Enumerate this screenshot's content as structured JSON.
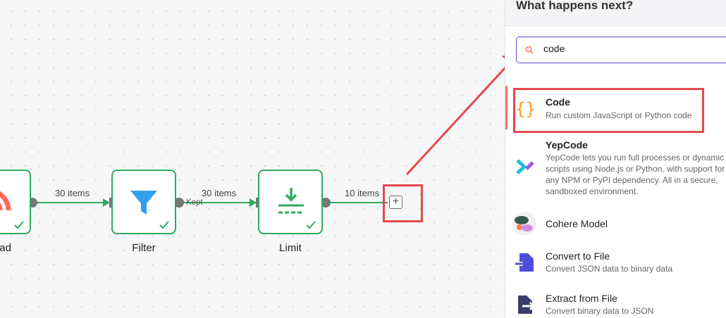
{
  "workflow": {
    "nodes": [
      {
        "name": "Read",
        "icon": "rss-feed-icon",
        "status": "success"
      },
      {
        "name": "Filter",
        "icon": "filter-funnel-icon",
        "status": "success"
      },
      {
        "name": "Limit",
        "icon": "limit-download-icon",
        "status": "success"
      }
    ],
    "connections": [
      {
        "count_label": "30 items"
      },
      {
        "count_label": "30 items",
        "branch_label": "Kept"
      },
      {
        "count_label": "10 items"
      }
    ],
    "add_node_symbol": "+"
  },
  "panel": {
    "title": "What happens next?",
    "search": {
      "value": "code"
    },
    "results": [
      {
        "title": "Code",
        "description": "Run custom JavaScript or Python code",
        "icon": "code-braces-icon",
        "selected": true
      },
      {
        "title": "YepCode",
        "description": "YepCode lets you run full processes or dynamic scripts using Node.js or Python, with support for any NPM or PyPI dependency. All in a secure, sandboxed environment.",
        "icon": "yepcode-icon"
      },
      {
        "title": "Cohere Model",
        "description": "",
        "icon": "cohere-icon"
      },
      {
        "title": "Convert to File",
        "description": "Convert JSON data to binary data",
        "icon": "convert-to-file-icon"
      },
      {
        "title": "Extract from File",
        "description": "Convert binary data to JSON",
        "icon": "extract-from-file-icon"
      }
    ]
  },
  "colors": {
    "node_border": "#2faa5e",
    "connection": "#2faa5e",
    "filter_icon": "#2f9ff0",
    "limit_icon": "#2faa5e",
    "accent": "#ff6d5a",
    "search_border": "#5a4fcf",
    "highlight": "#e5484d"
  }
}
